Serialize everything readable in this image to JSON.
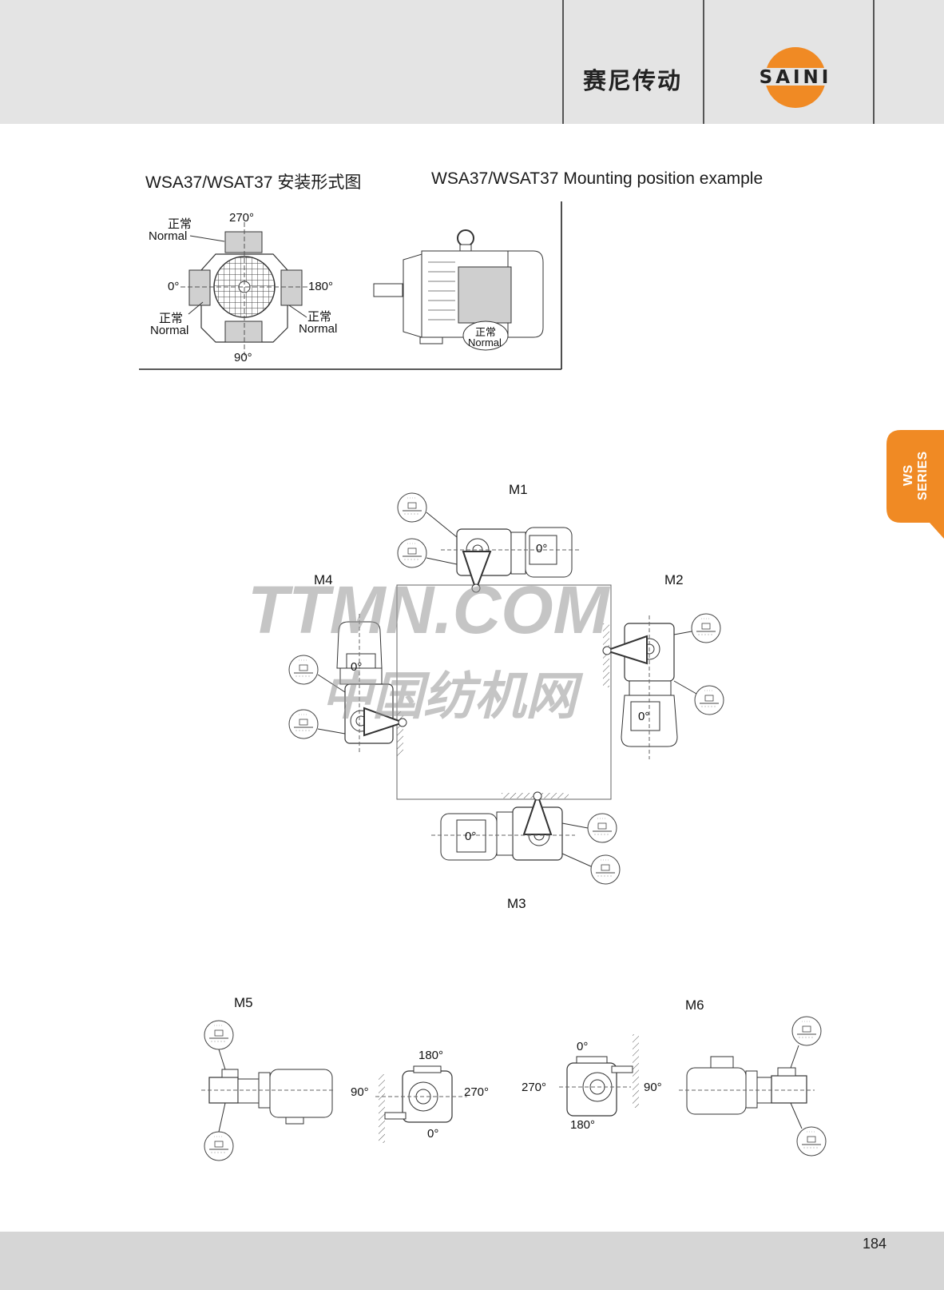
{
  "header": {
    "brand_cn": "赛尼传动",
    "logo_text": "SAINI"
  },
  "side_tab": {
    "label": "WS SERIES"
  },
  "section": {
    "title_cn": "WSA37/WSAT37 安装形式图",
    "title_en": "WSA37/WSAT37 Mounting position example"
  },
  "terminal_box": {
    "angle_270": "270°",
    "angle_0": "0°",
    "angle_180": "180°",
    "angle_90": "90°",
    "normal_cn": "正常",
    "normal_en": "Normal"
  },
  "positions": {
    "m1": "M1",
    "m2": "M2",
    "m3": "M3",
    "m4": "M4",
    "m5": "M5",
    "m6": "M6",
    "zero_deg": "0°"
  },
  "m5_view": {
    "top": "180°",
    "left": "90°",
    "right": "270°",
    "bottom": "0°"
  },
  "m6_view": {
    "top": "0°",
    "left": "270°",
    "right": "90°",
    "bottom": "180°"
  },
  "watermark": {
    "line1": "TTMN.COM",
    "line2": "中国纺机网"
  },
  "footer": {
    "page_number": "184"
  },
  "colors": {
    "accent_orange": "#f08a24",
    "header_gray": "#e4e4e4",
    "footer_gray": "#d6d6d6"
  }
}
